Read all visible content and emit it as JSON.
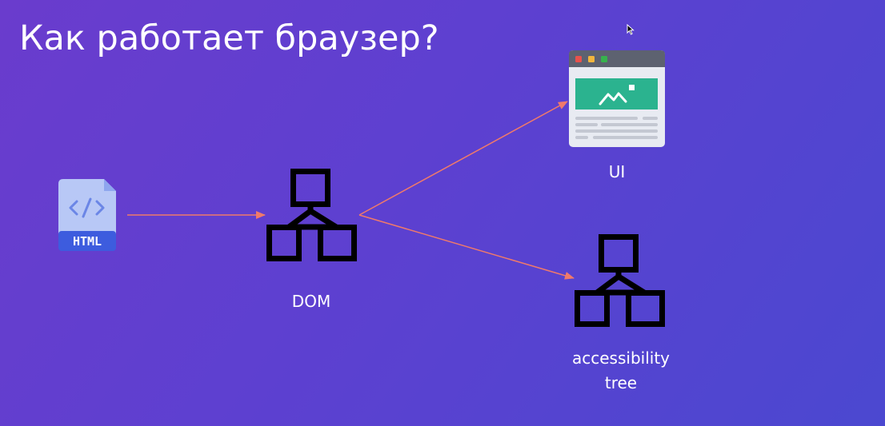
{
  "slide": {
    "title": "Как работает браузер?"
  },
  "nodes": {
    "html_file": {
      "label": "HTML",
      "icon": "html-file-icon"
    },
    "dom": {
      "label": "DOM",
      "icon": "tree-hierarchy-icon"
    },
    "ui": {
      "label": "UI",
      "icon": "browser-window-icon"
    },
    "accessibility_tree": {
      "label_line1": "accessibility",
      "label_line2": "tree",
      "icon": "tree-hierarchy-icon"
    }
  },
  "edges": [
    {
      "from": "html_file",
      "to": "dom"
    },
    {
      "from": "dom",
      "to": "ui"
    },
    {
      "from": "dom",
      "to": "accessibility_tree"
    }
  ],
  "colors": {
    "arrow": "#f07a6a",
    "icon_black": "#000000",
    "browser_green": "#2bb38f",
    "html_icon_blue": "#3d5cde"
  }
}
